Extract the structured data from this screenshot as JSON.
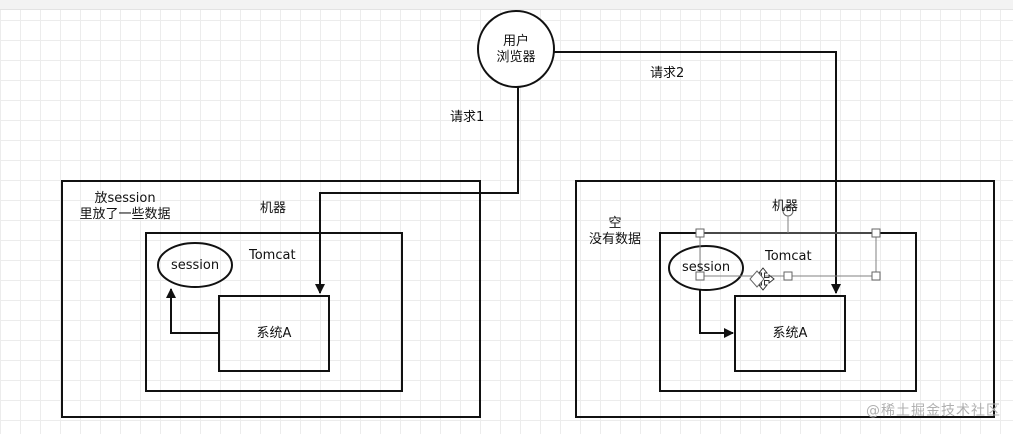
{
  "labels": {
    "browser_line1": "用户",
    "browser_line2": "浏览器",
    "request1": "请求1",
    "request2": "请求2",
    "left_note_line1": "放session",
    "left_note_line2": "里放了一些数据",
    "left_machine": "机器",
    "left_tomcat": "Tomcat",
    "left_session": "session",
    "left_system": "系统A",
    "right_note_line1": "空",
    "right_note_line2": "没有数据",
    "right_machine": "机器",
    "right_tomcat": "Tomcat",
    "right_session": "session",
    "right_system": "系统A"
  },
  "watermark": "@稀土掘金技术社区",
  "colors": {
    "stroke": "#111111",
    "selection": "#808080",
    "grid": "#ececec"
  }
}
